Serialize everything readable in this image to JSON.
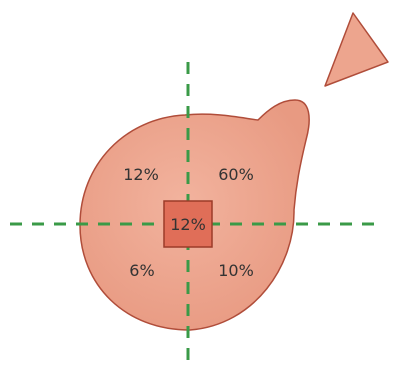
{
  "colors": {
    "blob_fill": "#eda58e",
    "blob_stroke": "#b04d3a",
    "center_box_fill": "#e06e58",
    "center_box_stroke": "#9c3b29",
    "axis_line": "#3a9a47",
    "text": "#333333"
  },
  "quadrants": {
    "top_left": "12%",
    "top_right": "60%",
    "bottom_left": "6%",
    "bottom_right": "10%",
    "center": "12%"
  }
}
